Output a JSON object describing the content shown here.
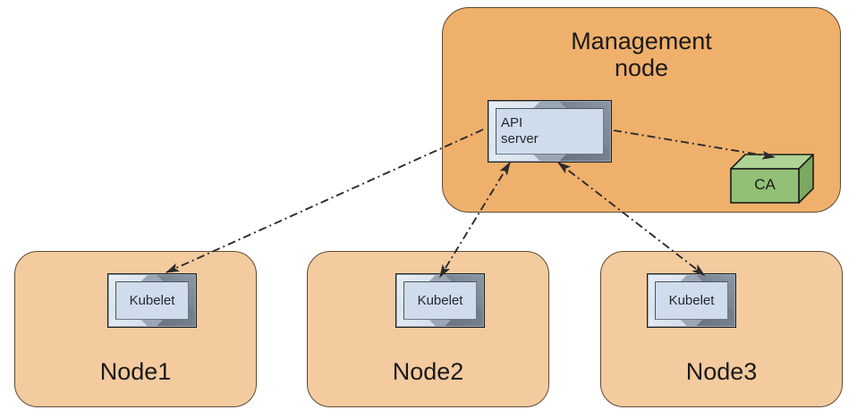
{
  "diagram": {
    "title_semantics": "kubernetes-node-registration-diagram",
    "colors": {
      "management_fill": "#efb06c",
      "node_fill": "#f3cb9f",
      "component_fill": "#cfdcec",
      "component_frame": "#9aa6b4",
      "ca_fill_front": "#92c076",
      "ca_fill_top": "#aed394",
      "ca_fill_side": "#7ba961",
      "outline": "#5c4a33",
      "link_color": "#2b2b2b",
      "background": "#ffffff"
    }
  },
  "management_node": {
    "label": "Management\nnode",
    "api_server": {
      "label": "API\nserver"
    },
    "ca": {
      "label": "CA"
    }
  },
  "nodes": [
    {
      "label": "Node1",
      "component": {
        "label": "Kubelet"
      }
    },
    {
      "label": "Node2",
      "component": {
        "label": "Kubelet"
      }
    },
    {
      "label": "Node3",
      "component": {
        "label": "Kubelet"
      }
    }
  ],
  "connections": [
    {
      "name": "api-server-to-node1-kubelet",
      "from": "API server",
      "to": "Node1 Kubelet",
      "style": "dash-dot",
      "arrow": "to"
    },
    {
      "name": "node2-kubelet-to-api-server",
      "from": "Node2 Kubelet",
      "to": "API server",
      "style": "dash-dot",
      "arrow": "both"
    },
    {
      "name": "node3-kubelet-to-api-server",
      "from": "Node3 Kubelet",
      "to": "API server",
      "style": "dash-dot",
      "arrow": "both"
    },
    {
      "name": "api-server-to-ca",
      "from": "API server",
      "to": "CA",
      "style": "dash-dot",
      "arrow": "to"
    }
  ]
}
